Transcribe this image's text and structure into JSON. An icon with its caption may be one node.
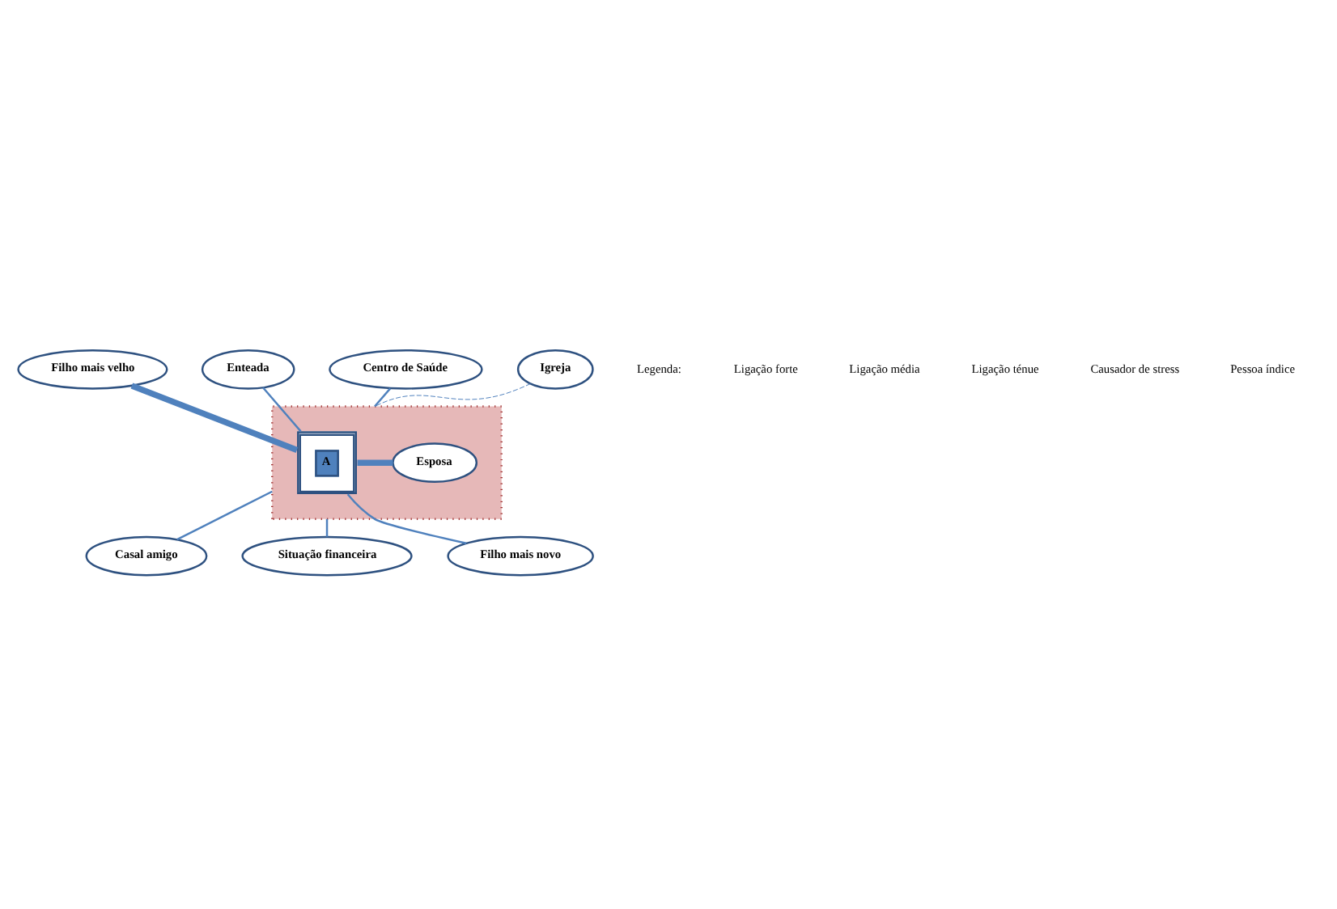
{
  "diagram": {
    "nodes": [
      {
        "text": [],
        "shape": "box"
      },
      {
        "text": [
          "A"
        ],
        "in": 0
      },
      {
        "text": [
          "Esposa"
        ],
        "in": 0
      },
      {
        "text": [
          "Filho mais velho"
        ]
      },
      {
        "text": [
          "Enteada"
        ]
      },
      {
        "text": [
          "Centro de Saúde"
        ]
      },
      {
        "text": [
          "Igreja"
        ]
      },
      {
        "text": [
          "Casal amigo"
        ]
      },
      {
        "text": [
          "Situação financeira"
        ]
      },
      {
        "text": [
          "Filho mais novo"
        ]
      }
    ],
    "edges": [
      {
        "from": 3,
        "to": 1,
        "arrow": "none",
        "style": "thick"
      },
      {
        "from": 4,
        "to": 1,
        "arrow": "none"
      },
      {
        "from": 5,
        "to": 0,
        "arrow": "none"
      },
      {
        "from": 1,
        "to": 2,
        "arrow": "none",
        "style": "thick"
      },
      {
        "from": 6,
        "to": 0,
        "arrow": "none",
        "style": "dashed"
      },
      {
        "from": 9,
        "to": 1,
        "arrow": "none"
      },
      {
        "from": 7,
        "to": 0,
        "arrow": "none"
      },
      {
        "from": 8,
        "to": 0,
        "arrow": "none"
      }
    ],
    "labels": [
      "Legenda:"
    ],
    "legend": [
      {
        "text": "Ligação forte"
      },
      {
        "text": "Ligação média"
      },
      {
        "text": "Ligação ténue"
      },
      {
        "text": "Causador de stress"
      },
      {
        "text": "Pessoa índice"
      }
    ]
  }
}
